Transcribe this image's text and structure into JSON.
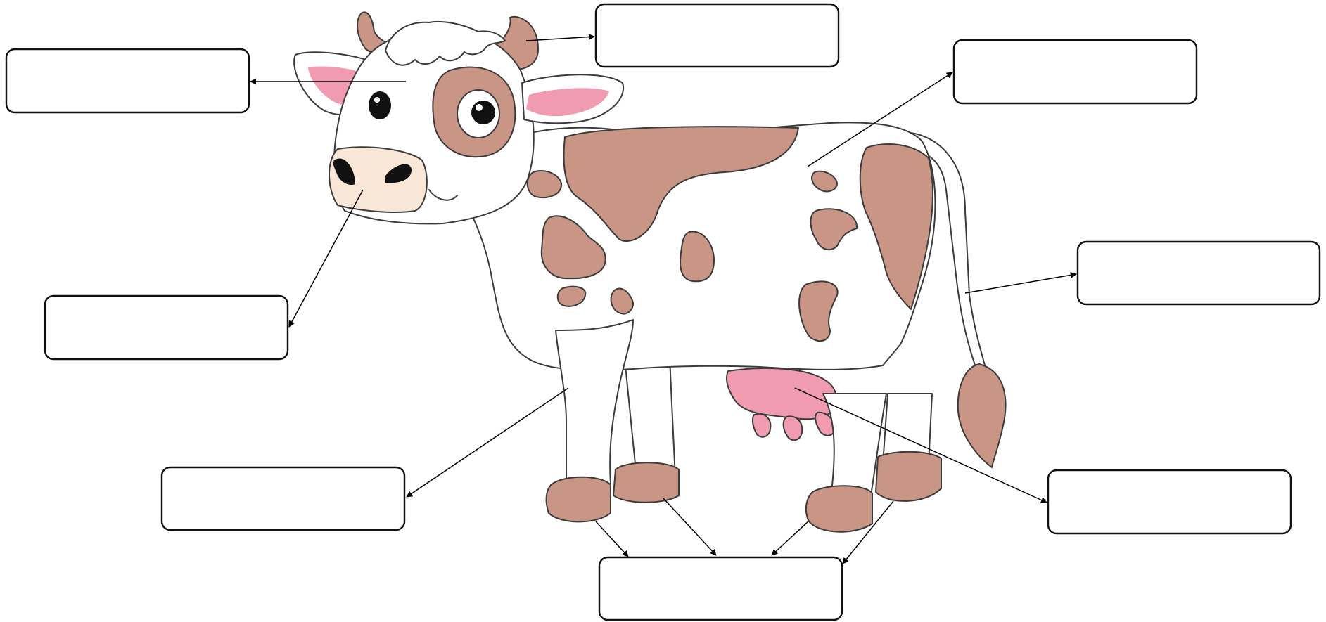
{
  "diagram": {
    "subject": "cow",
    "colors": {
      "body": "#ffffff",
      "spots": "#c99585",
      "pink": "#f09bb0",
      "muzzle": "#f8e6d6",
      "outline": "#3b3b3b",
      "arrow": "#000000",
      "box_border": "#111111"
    },
    "labels": [
      {
        "id": "head",
        "text": ""
      },
      {
        "id": "horn",
        "text": ""
      },
      {
        "id": "back",
        "text": ""
      },
      {
        "id": "nose",
        "text": ""
      },
      {
        "id": "tail",
        "text": ""
      },
      {
        "id": "leg",
        "text": ""
      },
      {
        "id": "udder",
        "text": ""
      },
      {
        "id": "hooves",
        "text": ""
      }
    ]
  }
}
